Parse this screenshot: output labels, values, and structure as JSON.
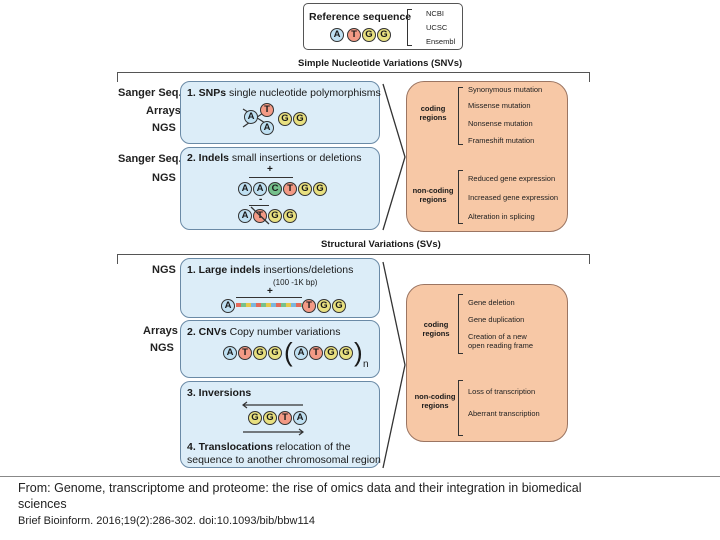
{
  "reference": {
    "title": "Reference sequence",
    "sources": [
      "NCBI",
      "UCSC",
      "Ensembl"
    ],
    "sequence": [
      "A",
      "T",
      "G",
      "G"
    ]
  },
  "snv": {
    "heading": "Simple Nucleotide Variations (SNVs)",
    "methods_snp": [
      "Sanger Seq.",
      "Arrays",
      "NGS"
    ],
    "methods_indel": [
      "Sanger Seq.",
      "NGS"
    ],
    "box1": {
      "title_bold": "1. SNPs",
      "title_rest": " single nucleotide polymorphisms",
      "top": "T",
      "left": "A",
      "bottom": "A",
      "right": [
        "G",
        "G"
      ]
    },
    "box2": {
      "title_bold": "2. Indels",
      "title_rest": " small insertions or deletions",
      "plus": "+",
      "minus": "-",
      "seq_ins": [
        "A",
        "A",
        "C",
        "T",
        "G",
        "G"
      ],
      "seq_del": [
        "A",
        "T",
        "G",
        "G"
      ]
    },
    "coding_label": "coding regions",
    "noncoding_label": "non-coding regions",
    "coding_outcomes": [
      "Synonymous mutation",
      "Missense mutation",
      "Nonsense mutation",
      "Frameshift mutation"
    ],
    "noncoding_outcomes": [
      "Reduced gene expression",
      "Increased gene expression",
      "Alteration in splicing"
    ]
  },
  "sv": {
    "heading": "Structural  Variations (SVs)",
    "methods_large": [
      "NGS"
    ],
    "methods_cnv": [
      "Arrays",
      "NGS"
    ],
    "box1": {
      "title_bold": "1. Large indels",
      "title_rest": " insertions/deletions",
      "sub": "(100 -1K bp)",
      "plus": "+",
      "left": "A",
      "right": [
        "T",
        "G",
        "G"
      ]
    },
    "box2": {
      "title_bold": "2. CNVs",
      "title_rest": " Copy number variations",
      "seq": [
        "A",
        "T",
        "G",
        "G",
        "A",
        "T",
        "G",
        "G"
      ],
      "n": "n"
    },
    "box3": {
      "title_bold": "3. Inversions",
      "seq": [
        "G",
        "G",
        "T",
        "A"
      ]
    },
    "box4": {
      "title_bold": "4. Translocations",
      "title_rest": " relocation of the",
      "line2": "sequence to  another chromosomal region"
    },
    "coding_label": "coding regions",
    "noncoding_label": "non-coding regions",
    "coding_outcomes": [
      "Gene deletion",
      "Gene duplication",
      "Creation of a new",
      "open reading frame"
    ],
    "noncoding_outcomes": [
      "Loss of transcription",
      "Aberrant transcription"
    ]
  },
  "caption": {
    "line1": "From: Genome, transcriptome and proteome: the rise of omics data and their integration in biomedical",
    "line2": "sciences",
    "cite": "Brief Bioinform. 2016;19(2):286-302. doi:10.1093/bib/bbw114"
  }
}
